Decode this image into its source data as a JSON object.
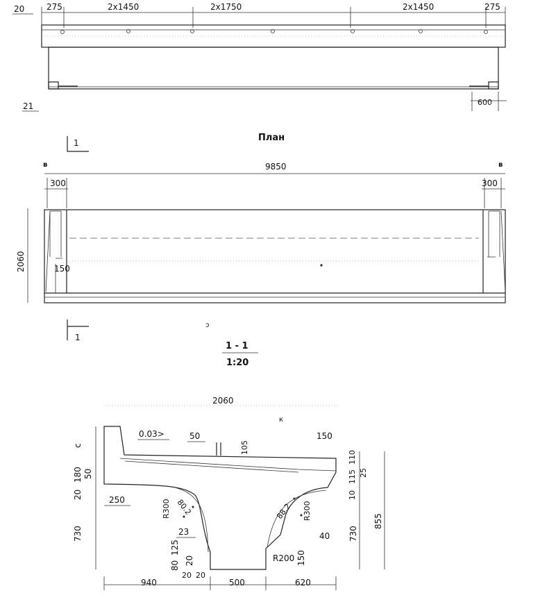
{
  "elevation": {
    "scale_label": "20",
    "dims_top": {
      "end_left": "275",
      "left_pair": "2x1450",
      "center_pair": "2x1750",
      "right_pair": "2x1450",
      "end_right": "275"
    },
    "footnote_label": "21",
    "support_length": "600"
  },
  "plan": {
    "title": "План",
    "section_marker": "1",
    "side_marker_left": "в",
    "side_marker_right": "в",
    "overall_length": "9850",
    "end_width_left": "300",
    "end_width_right": "300",
    "width": "2060",
    "rib_offset": "150",
    "section_marker_bottom": "1",
    "stray_mark": "ɔ"
  },
  "section": {
    "title": "1 - 1",
    "scale": "1:20",
    "top_width": "2060",
    "mark_k": "к",
    "slope": "0.03>",
    "dim_50": "50",
    "dim_105": "105",
    "dim_150_top": "150",
    "left_c": "с",
    "left_180": "180",
    "left_50": "50",
    "left_20": "20",
    "dim_250": "250",
    "r300_left": "R300",
    "dim_80_2_left": "80.2",
    "dim_23": "23",
    "left_730": "730",
    "left_125": "125",
    "left_80": "80",
    "left_20_bottom": "20",
    "dim_20_a": "20",
    "dim_20_b": "20",
    "right_110": "110",
    "right_115": "115",
    "right_25": "25",
    "right_10": "10",
    "r300_right": "R300",
    "dim_88_2_right": "88.2",
    "right_730": "730",
    "right_855": "855",
    "dim_40": "40",
    "r200": "R200",
    "dim_150_bottom": "150",
    "bottom_940": "940",
    "bottom_500": "500",
    "bottom_620": "620"
  }
}
